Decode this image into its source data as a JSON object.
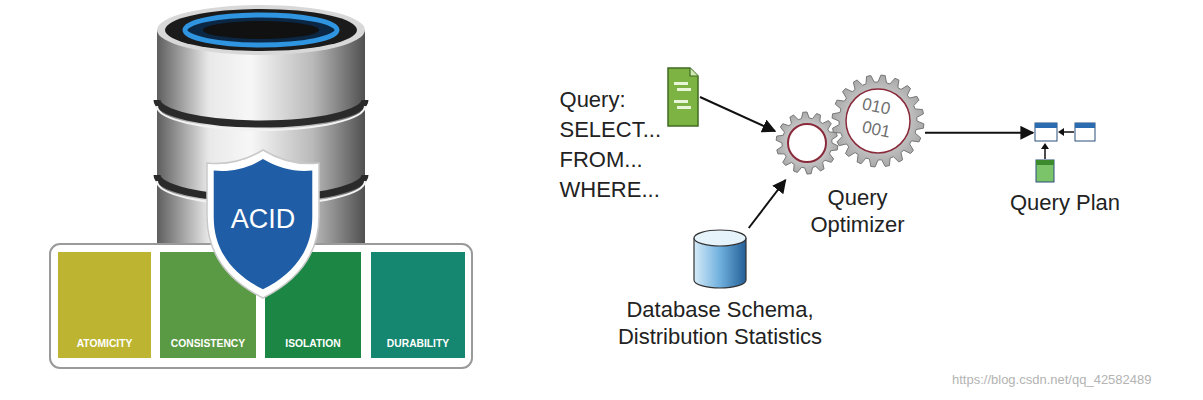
{
  "diagram": {
    "nodes": [
      {
        "text": [
          "ACID"
        ]
      },
      {
        "text": [
          "ATOMICITY"
        ]
      },
      {
        "text": [
          "CONSISTENCY"
        ]
      },
      {
        "text": [
          "ISOLATION"
        ]
      },
      {
        "text": [
          "DURABILITY"
        ]
      },
      {
        "text": [
          "Query: SELECT... FROM... WHERE..."
        ]
      },
      {
        "text": [
          "Query Optimizer"
        ]
      },
      {
        "text": [
          "Database Schema, Distribution Statistics"
        ]
      },
      {
        "text": [
          "Query Plan"
        ]
      }
    ],
    "edges": [
      {
        "from": 5,
        "to": 6,
        "arrow": "to"
      },
      {
        "from": 7,
        "to": 6,
        "arrow": "to"
      },
      {
        "from": 6,
        "to": 8,
        "arrow": "to"
      }
    ],
    "labels": [
      "010",
      "001",
      "https://blog.csdn.net/qq_42582489"
    ]
  }
}
